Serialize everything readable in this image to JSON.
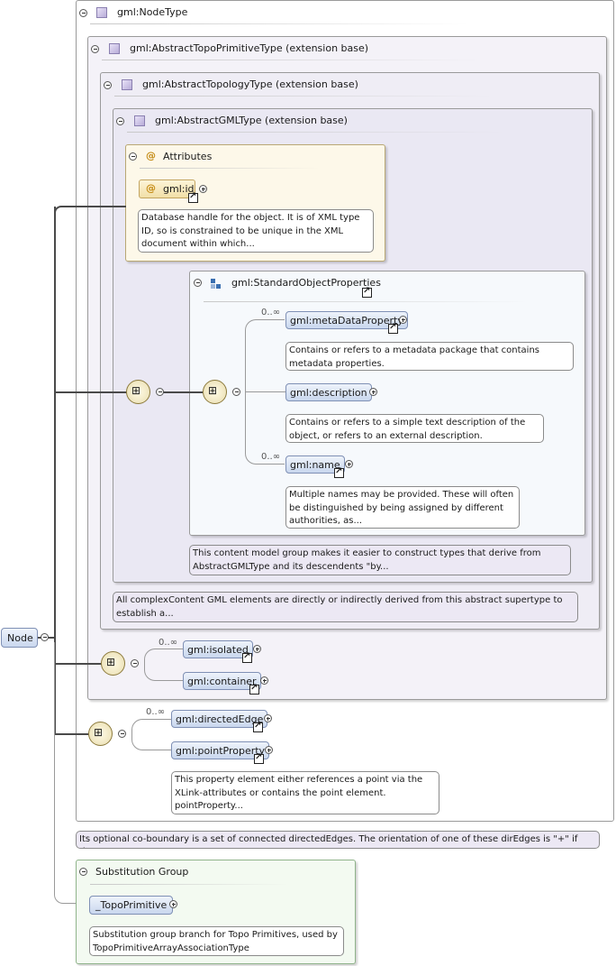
{
  "node_type": {
    "title": "gml:NodeType"
  },
  "topo_primitive": {
    "title": "gml:AbstractTopoPrimitiveType (extension base)"
  },
  "topology": {
    "title": "gml:AbstractTopologyType (extension base)"
  },
  "gml_type": {
    "title": "gml:AbstractGMLType (extension base)"
  },
  "attributes": {
    "title": "Attributes",
    "id_label": "gml:id",
    "id_note": "Database handle for the object. It is of XML type ID, so is constrained to be unique in the XML document within which..."
  },
  "standard_props": {
    "title": "gml:StandardObjectProperties",
    "items": [
      {
        "label": "gml:metaDataProperty",
        "card": "0..∞",
        "note": "Contains or refers to a metadata package that contains metadata properties."
      },
      {
        "label": "gml:description",
        "card": "",
        "note": "Contains or refers to a simple text description of the object, or refers to an external description."
      },
      {
        "label": "gml:name",
        "card": "0..∞",
        "note": "Multiple names may be provided. These will often be distinguished by being assigned by different authorities, as..."
      }
    ],
    "group_note": "This content model group makes it easier to construct types that derive from AbstractGMLType and its descendents \"by..."
  },
  "gml_type_note": "All complexContent GML elements are directly or indirectly derived from this abstract supertype to establish a...",
  "topo_items": [
    {
      "label": "gml:isolated",
      "card": "0..∞"
    },
    {
      "label": "gml:container",
      "card": ""
    }
  ],
  "node_items": [
    {
      "label": "gml:directedEdge",
      "card": "0..∞"
    },
    {
      "label": "gml:pointProperty",
      "card": "",
      "note": "This property element either references a point via the XLink-attributes or contains the point element. pointProperty..."
    }
  ],
  "node_type_note": "Its optional co-boundary is a set of connected directedEdges. The orientation of one of these dirEdges is \"+\" if the...",
  "root": {
    "label": "Node"
  },
  "substitution": {
    "title": "Substitution Group",
    "item": "_TopoPrimitive",
    "note": "Substitution group branch for Topo Primitives, used by TopoPrimitiveArrayAssociationType"
  },
  "colors": {
    "attributes_bg": "#fdf8e9",
    "group_bg": "#f6f9fc",
    "type_bg": "#f0eef6",
    "substitution_bg": "#f3faf1",
    "element_fill": "#d4dff1"
  }
}
